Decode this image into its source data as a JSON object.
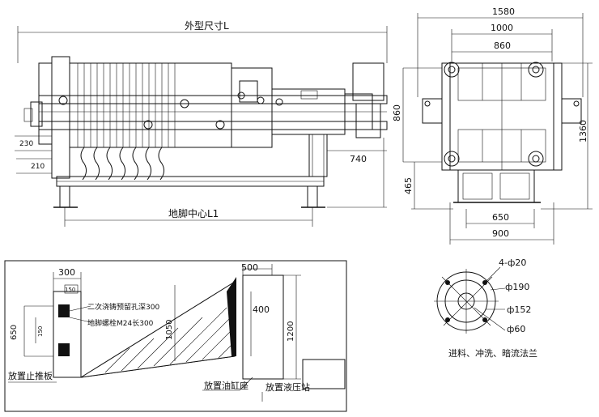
{
  "front_view": {
    "overall_length": "外型尺寸L",
    "foot_center": "地脚中心L1",
    "dim_230": "230",
    "dim_210": "210",
    "dim_740": "740"
  },
  "side_view": {
    "dim_1580": "1580",
    "dim_1000": "1000",
    "dim_860_top": "860",
    "dim_860_left": "860",
    "dim_1360": "1360",
    "dim_465": "465",
    "dim_650": "650",
    "dim_900": "900"
  },
  "foundation": {
    "dim_300": "300",
    "dim_150_top": "150",
    "dim_150_left": "150",
    "dim_650": "650",
    "dim_1050": "1050",
    "dim_500": "500",
    "dim_400": "400",
    "dim_1200": "1200",
    "note_pre_hole": "二次浇铸预留孔深300",
    "note_anchor_bolt": "地脚螺栓M24长300",
    "label_stop_plate": "放置止推板",
    "label_cylinder_seat": "放置油缸座",
    "label_hydraulic_station": "放置液压站"
  },
  "flange": {
    "holes": "4-ф20",
    "d190": "ф190",
    "d152": "ф152",
    "d60": "ф60",
    "caption": "进料、冲洗、暗流法兰"
  }
}
